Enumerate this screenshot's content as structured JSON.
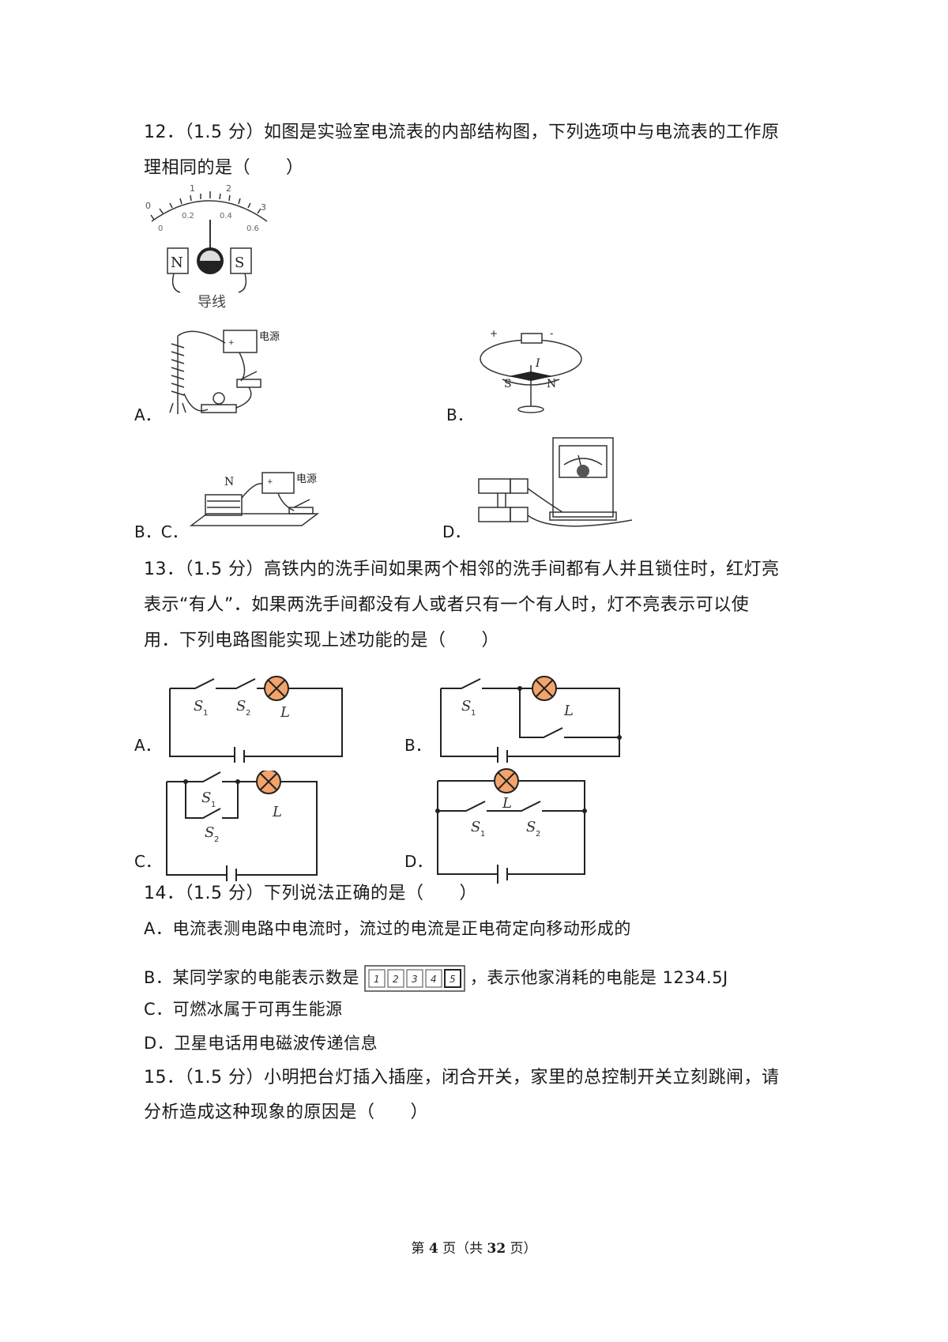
{
  "q12": {
    "line1": "12．（1.5 分）如图是实验室电流表的内部结构图，下列选项中与电流表的工作原",
    "line2": "理相同的是（　　）",
    "meter": {
      "scale_outer": [
        "0",
        "1",
        "2",
        "3"
      ],
      "scale_inner": [
        "0",
        "0.2",
        "0.4",
        "0.6"
      ],
      "north": "N",
      "south": "S",
      "caption": "导线"
    },
    "options": {
      "A": "A．",
      "B": "B．",
      "C": "B．C．",
      "D": "D．"
    },
    "figA": {
      "label": "电源",
      "plus": "+"
    },
    "figB": {
      "plus": "+",
      "minus": "-",
      "current": "I",
      "south": "S",
      "north": "N"
    },
    "figC": {
      "label": "电源",
      "north": "N",
      "plus": "+"
    }
  },
  "q13": {
    "line1": "13．（1.5 分）高铁内的洗手间如果两个相邻的洗手间都有人并且锁住时，红灯亮",
    "line2": "表示“有人”．如果两洗手间都没有人或者只有一个有人时，灯不亮表示可以使",
    "line3": "用．下列电路图能实现上述功能的是（　　）",
    "options": {
      "A": "A．",
      "B": "B．",
      "C": "C．",
      "D": "D．"
    },
    "circuit_labels": {
      "s1": "S",
      "s2": "S",
      "sub1": "1",
      "sub2": "2",
      "lamp": "L"
    }
  },
  "q14": {
    "line1": "14．（1.5 分）下列说法正确的是（　　）",
    "A": "A．电流表测电路中电流时，流过的电流是正电荷定向移动形成的",
    "B_before": "B．某同学家的电能表示数是",
    "B_after": "，表示他家消耗的电能是 1234.5J",
    "meter_digits": [
      "1",
      "2",
      "3",
      "4",
      "5"
    ],
    "C": "C．可燃冰属于可再生能源",
    "D": "D．卫星电话用电磁波传递信息"
  },
  "q15": {
    "line1": "15．（1.5 分）小明把台灯插入插座，闭合开关，家里的总控制开关立刻跳闸，请",
    "line2": "分析造成这种现象的原因是（　　）"
  },
  "footer": {
    "prefix": "第 ",
    "page": "4",
    "middle": " 页（共 ",
    "total": "32",
    "suffix": " 页）"
  }
}
